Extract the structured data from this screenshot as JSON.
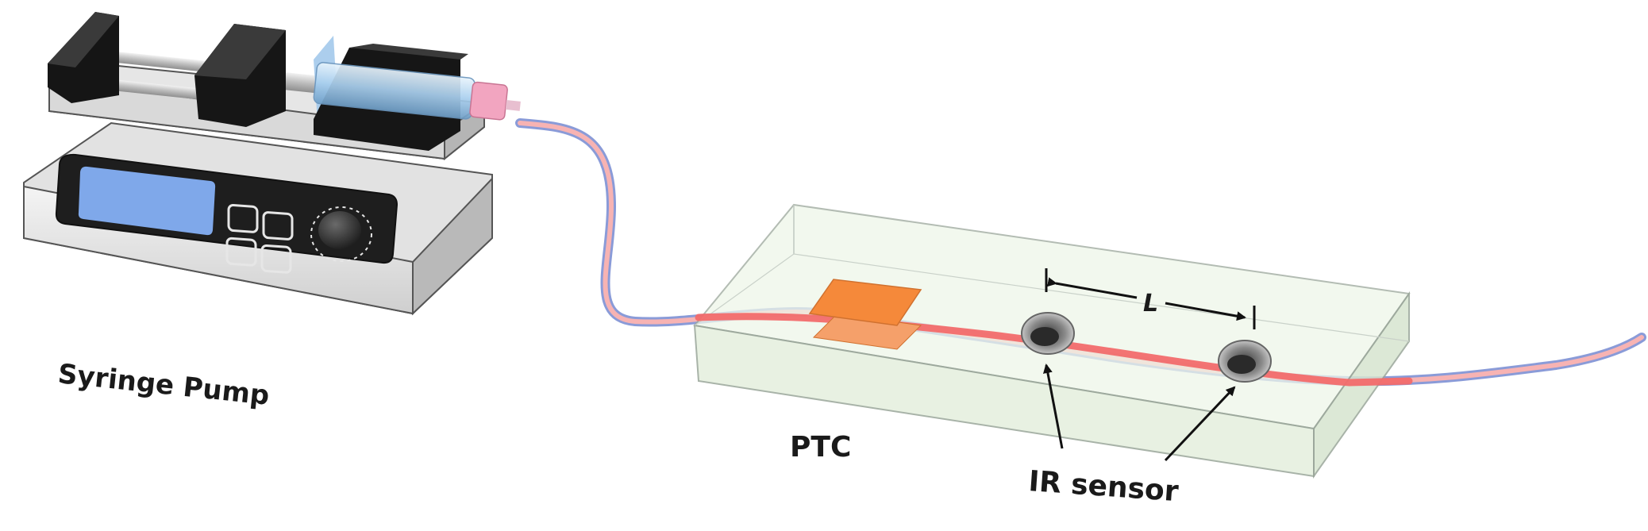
{
  "labels": {
    "pump": "Syringe Pump",
    "ptc": "PTC",
    "sensor": "IR sensor",
    "distance": "L"
  },
  "colors": {
    "tube_outer": "#a9b8ea",
    "tube_inner": "#f28a8a",
    "channel": "#f26b6b",
    "ptc_pad": "#f5893a",
    "box_fill": "#eef6e9",
    "screen": "#7fa8ea",
    "syringe_body": "#a9cfee",
    "syringe_tip": "#f2a5c0"
  },
  "icons": {
    "pump": "syringe-pump-icon",
    "chip": "microchannel-chip-icon",
    "heater": "ptc-heater-icon",
    "sensor": "ir-sensor-icon"
  }
}
